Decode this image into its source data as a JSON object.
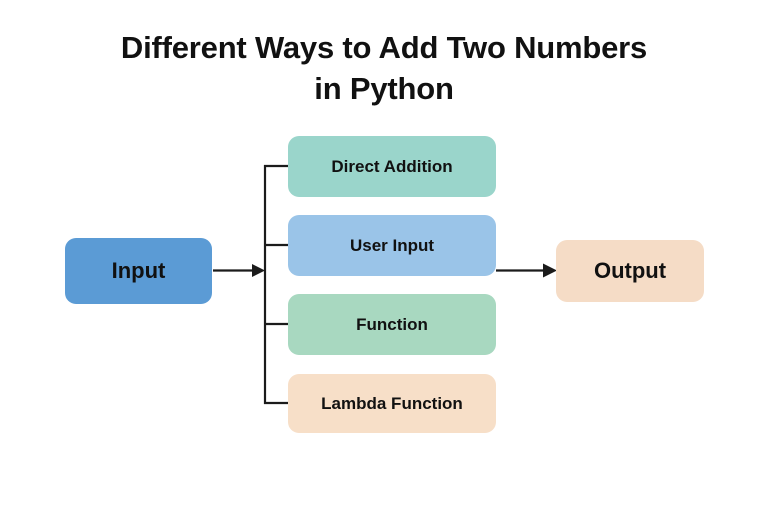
{
  "page": {
    "background_color": "#ffffff",
    "title_line_1": "Different Ways to Add Two Numbers",
    "title_line_2": "in Python",
    "title_full": "Different Ways to Add Two Numbers\nin Python",
    "title_color": "#111111"
  },
  "diagram": {
    "type": "flowchart",
    "orientation": "left-to-right",
    "connector_color": "#1b1b1b",
    "input_node": {
      "label": "Input",
      "fill": "#5B9BD5",
      "text_color": "#111111"
    },
    "method_nodes": [
      {
        "label": "Direct Addition",
        "fill": "#9AD5CB",
        "text_color": "#111111"
      },
      {
        "label": "User Input",
        "fill": "#9AC4E8",
        "text_color": "#111111"
      },
      {
        "label": "Function",
        "fill": "#A8D8C0",
        "text_color": "#111111"
      },
      {
        "label": "Lambda Function",
        "fill": "#F7DFC8",
        "text_color": "#111111"
      }
    ],
    "output_node": {
      "label": "Output",
      "fill": "#F5DCC6",
      "text_color": "#111111"
    },
    "edges": [
      {
        "from": "Input",
        "to": "method-branch-trunk",
        "arrow": true
      },
      {
        "from": "trunk",
        "to": "Direct Addition",
        "arrow": false
      },
      {
        "from": "trunk",
        "to": "User Input",
        "arrow": false
      },
      {
        "from": "trunk",
        "to": "Function",
        "arrow": false
      },
      {
        "from": "trunk",
        "to": "Lambda Function",
        "arrow": false
      },
      {
        "from": "User Input",
        "to": "Output",
        "arrow": true
      }
    ]
  }
}
